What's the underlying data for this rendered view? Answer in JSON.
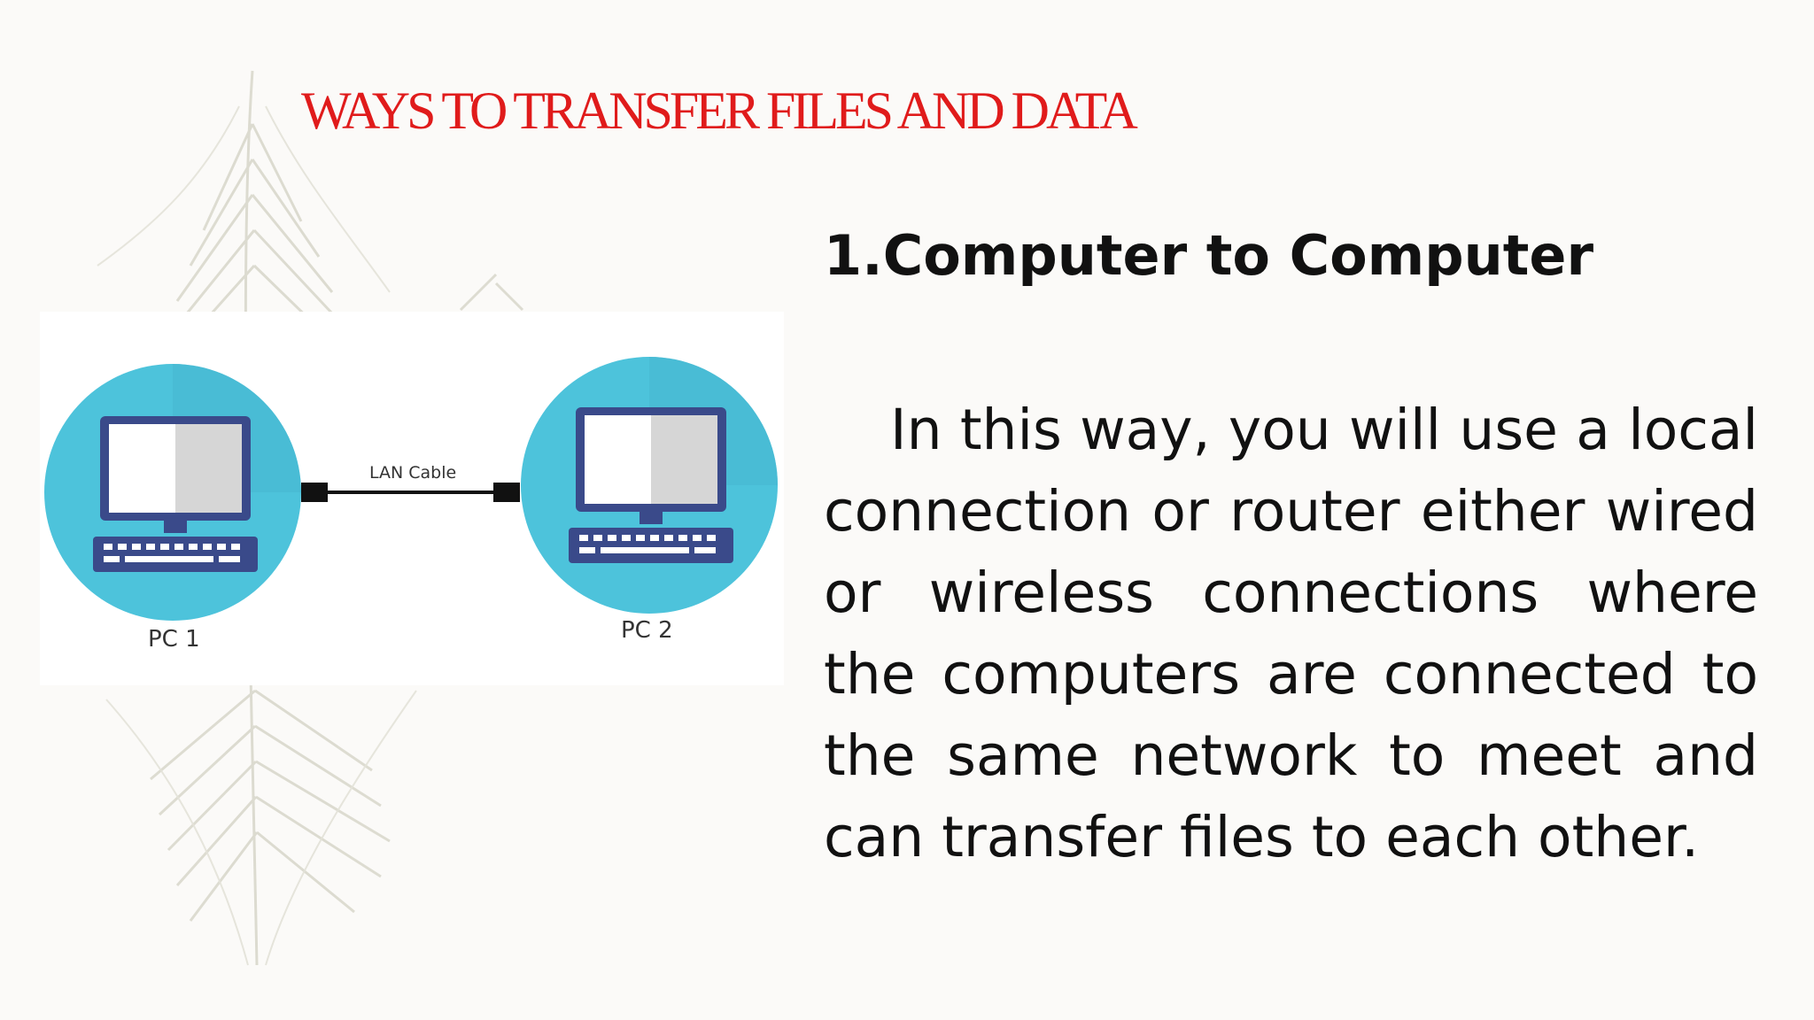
{
  "slide": {
    "title": "WAYS TO TRANSFER FILES AND DATA",
    "heading": "1.Computer to Computer",
    "body": "In this way, you will use a local connection or router either wired or wireless connections where the computers are connected to the same network to meet and can transfer files to each other."
  },
  "diagram": {
    "pc1_label": "PC 1",
    "pc2_label": "PC 2",
    "cable_label": "LAN Cable"
  },
  "colors": {
    "title": "#e01b1b",
    "circle": "#4dc3db",
    "keyboard": "#3a4a8a",
    "monitor_frame": "#3a4a8a"
  }
}
